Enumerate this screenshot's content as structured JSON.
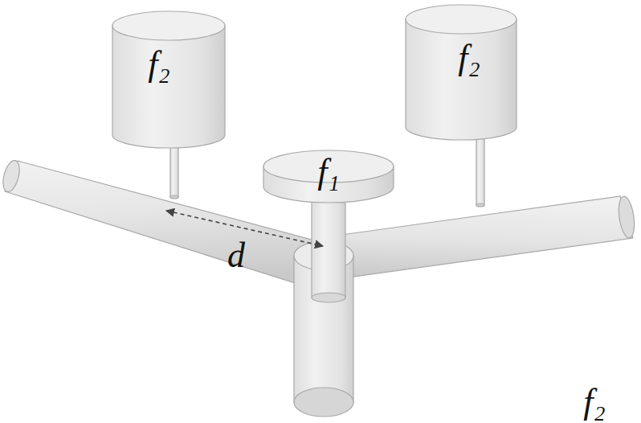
{
  "diagram": {
    "nodes": [
      {
        "text": [
          "f₂"
        ]
      },
      {
        "text": [
          "f₂"
        ]
      },
      {
        "text": [
          "f₁"
        ]
      }
    ],
    "labels": [
      "d",
      "f₂"
    ]
  }
}
